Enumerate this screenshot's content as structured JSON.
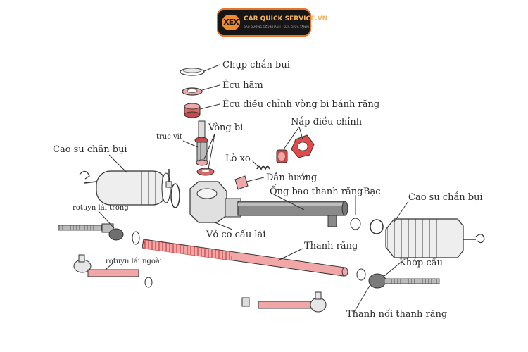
{
  "brand": {
    "logo_mark": "XEX",
    "name": "CAR QUICK SERVICE.VN",
    "tagline": "BẢO DƯỠNG SIÊU NHANH - SỬA CHỮA TẬN NHÀ",
    "accent_color": "#e8742a"
  },
  "labels": {
    "dust_cap": "Chụp chắn bụi",
    "lock_nut": "Êcu hãm",
    "gear_bearing_adjust_nut": "Êcu điều chỉnh vòng bi bánh răng",
    "adjust_cover": "Nắp điều chỉnh",
    "bearing": "Vòng bi",
    "pinion": "truc vit",
    "dust_boot_left": "Cao su chắn bụi",
    "spring": "Lò xo",
    "guide": "Dẫn hướng",
    "rack_tube": "Ống bao thanh răng",
    "bushing": "Bạc",
    "dust_boot_right": "Cao su chắn bụi",
    "inner_tie_rod": "rotuyn lái trong",
    "housing": "Vỏ cơ cấu lái",
    "rack": "Thanh răng",
    "outer_tie_rod": "rotuyn lái ngoài",
    "ball_joint": "Khớp cầu",
    "tie_rod": "Thanh nối thanh răng"
  },
  "colors": {
    "highlight": "#f1a7a7",
    "highlight_dark": "#c94848",
    "line": "#333333"
  }
}
